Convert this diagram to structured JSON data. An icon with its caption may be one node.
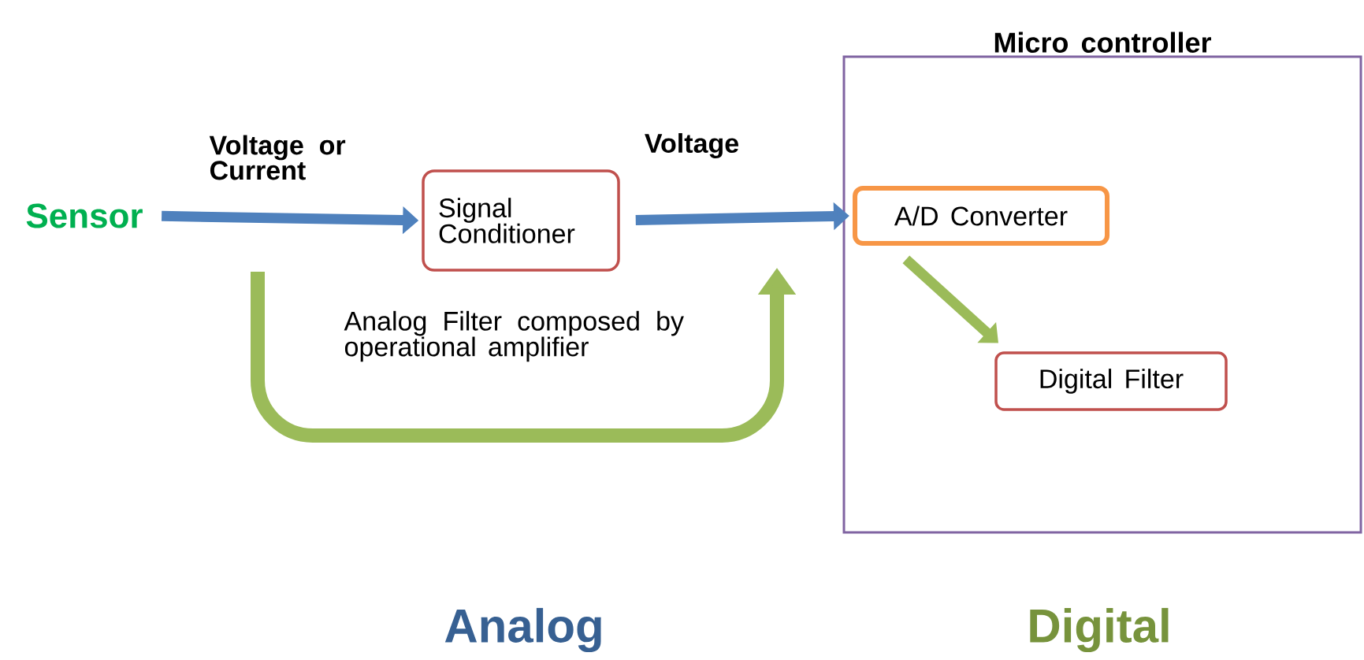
{
  "diagram": {
    "nodes": [
      {
        "text": [
          "Sensor"
        ]
      },
      {
        "text": [
          "Signal Conditioner"
        ]
      },
      {
        "text": [
          "Micro controller"
        ]
      },
      {
        "text": [
          "A/D Converter"
        ],
        "in": 2
      },
      {
        "text": [
          "Digital Filter"
        ],
        "in": 2
      }
    ],
    "edges": [
      {
        "from": 0,
        "to": 1,
        "arrow": "to",
        "label": "Voltage or Current"
      },
      {
        "from": 1,
        "to": 3,
        "arrow": "to",
        "label": "Voltage"
      },
      {
        "from": 3,
        "to": 4,
        "arrow": "to",
        "color": "#9bbb59"
      }
    ],
    "labels": [
      "Analog Filter composed by operational amplifier",
      "Analog",
      "Digital"
    ]
  }
}
